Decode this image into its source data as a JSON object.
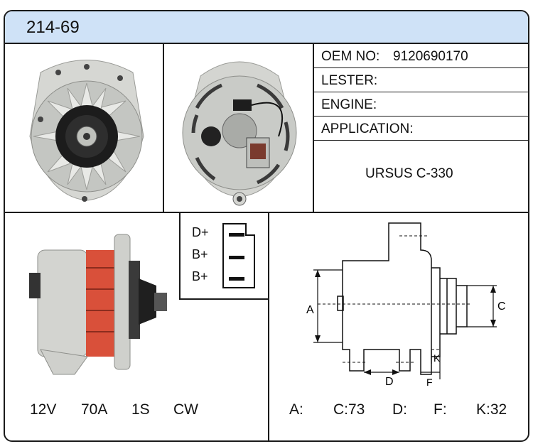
{
  "header": {
    "title": "214-69"
  },
  "specs": {
    "oem_label": "OEM NO:",
    "oem_value": "9120690170",
    "lester_label": "LESTER:",
    "engine_label": "ENGINE:",
    "application_label": "APPLICATION:",
    "application_value": "URSUS C-330"
  },
  "terminals": [
    "D+",
    "B+",
    "B+"
  ],
  "ratings": {
    "voltage": "12V",
    "amperage": "70A",
    "groove": "1S",
    "rotation": "CW"
  },
  "dimensions": {
    "a_label": "A:",
    "c_label": "C:73",
    "d_label": "D:",
    "f_label": "F:",
    "k_label": "K:32"
  },
  "diagram_labels": {
    "a": "A",
    "c": "C",
    "d": "D",
    "f": "F",
    "k": "K"
  },
  "colors": {
    "header_bg": "#cfe2f7",
    "border": "#1a1a1a",
    "stator_accent": "#d9503a",
    "housing": "#cfd0cc"
  }
}
